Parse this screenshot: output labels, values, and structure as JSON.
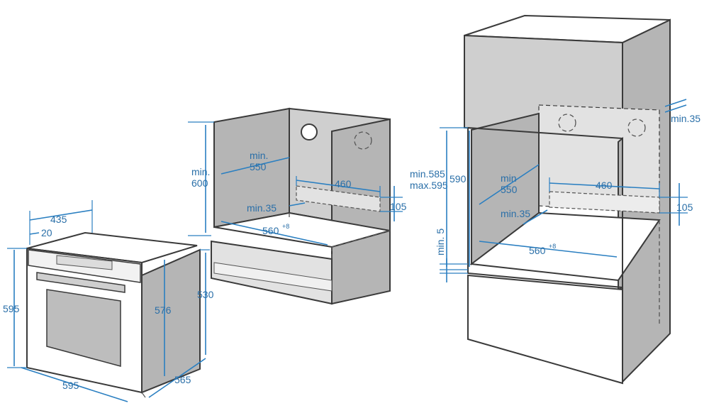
{
  "colors": {
    "outline": "#3a3a3a",
    "panel_gray": "#b5b5b5",
    "panel_light": "#cfcfcf",
    "dimension_blue": "#2a7fc1"
  },
  "oven": {
    "width": "595",
    "height": "595",
    "depth": "565",
    "panel_height": "576",
    "body_height": "530",
    "body_width": "435",
    "front_offset": "20"
  },
  "undercounter": {
    "height": "min.\n600",
    "side_clear": "min.\n550",
    "rear_gap": "min.35",
    "width": "560",
    "width_tolerance": "+8",
    "vent_width": "460",
    "vent_height": "105"
  },
  "column": {
    "top_gap": "min.35",
    "height_range": "min.585\nmax.595",
    "height": "590",
    "side_clear": "min\n550",
    "rear_gap": "min.35",
    "bottom_gap": "min. 5",
    "width": "560",
    "width_tolerance": "+8",
    "vent_width": "460",
    "vent_height": "105"
  }
}
